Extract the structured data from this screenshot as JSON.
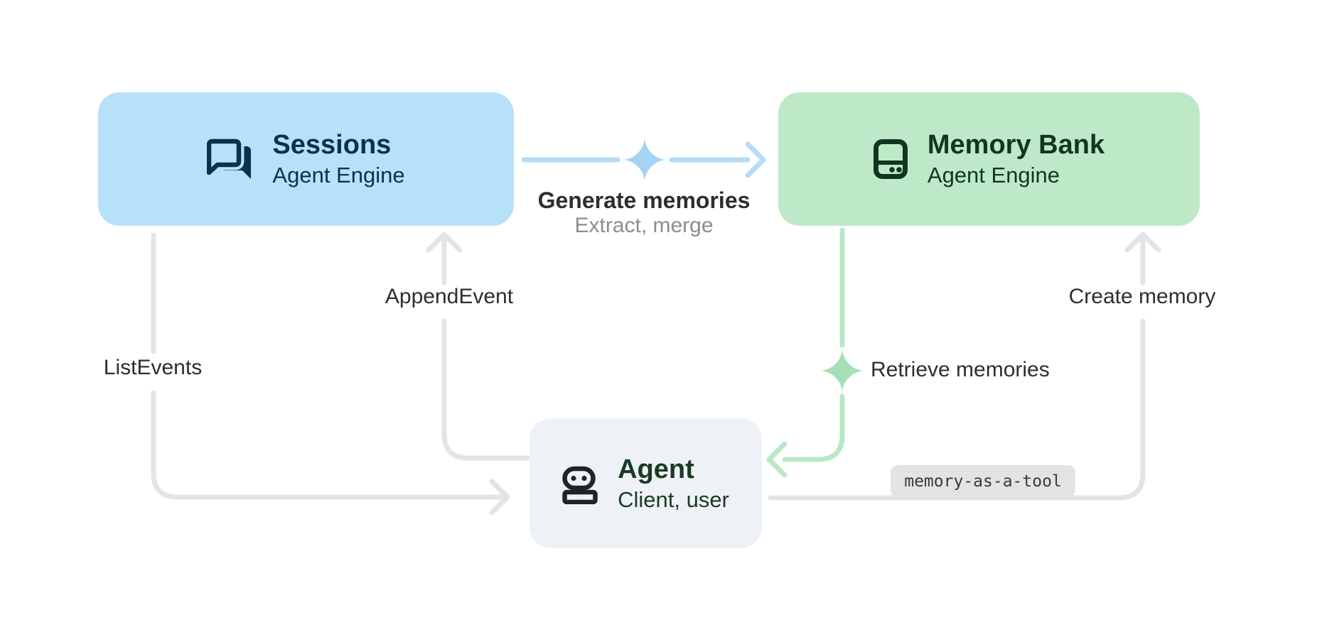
{
  "diagram": {
    "nodes": [
      {
        "id": "sessions",
        "title": "Sessions",
        "subtitle": "Agent Engine",
        "icon": "chat-bubbles-icon",
        "color": "#b7e1f8"
      },
      {
        "id": "memory-bank",
        "title": "Memory Bank",
        "subtitle": "Agent Engine",
        "icon": "storage-icon",
        "color": "#bee9c9"
      },
      {
        "id": "agent",
        "title": "Agent",
        "subtitle": "Client, user",
        "icon": "robot-icon",
        "color": "#eef2f7"
      }
    ],
    "edges": [
      {
        "id": "generate-memories",
        "label": "Generate memories",
        "sublabel": "Extract, merge",
        "from": "sessions",
        "to": "memory-bank",
        "style": "blue",
        "decoration": "sparkle-icon"
      },
      {
        "id": "append-event",
        "label": "AppendEvent",
        "from": "agent",
        "to": "sessions",
        "style": "gray"
      },
      {
        "id": "list-events",
        "label": "ListEvents",
        "from": "sessions",
        "to": "agent",
        "style": "gray"
      },
      {
        "id": "retrieve-memories",
        "label": "Retrieve memories",
        "from": "memory-bank",
        "to": "agent",
        "style": "green",
        "decoration": "sparkle-icon"
      },
      {
        "id": "create-memory",
        "label": "Create memory",
        "from": "agent",
        "to": "memory-bank",
        "style": "gray"
      },
      {
        "id": "memory-as-a-tool",
        "label": "memory-as-a-tool",
        "from": "agent",
        "to": "memory-bank",
        "style": "gray-badge"
      }
    ],
    "colors": {
      "blue-box": "#b7e1f8",
      "blue-text": "#0e3050",
      "green-box": "#bee9c9",
      "green-text": "#113620",
      "agent-box": "#eef2f7",
      "agent-text": "#1a3a22",
      "icon-dark": "#202327",
      "edge-gray": "#e4e4e6",
      "edge-blue": "#b5dcf8",
      "edge-green": "#bae7c5",
      "sparkle-blue": "#a4d3f3",
      "sparkle-green": "#a5dfb6",
      "label": "#2e2e2e",
      "label-muted": "#8d8d8d",
      "badge-bg": "#e3e3e3",
      "badge-text": "#3a3a3a",
      "canvas-bg": "#ffffff"
    }
  }
}
